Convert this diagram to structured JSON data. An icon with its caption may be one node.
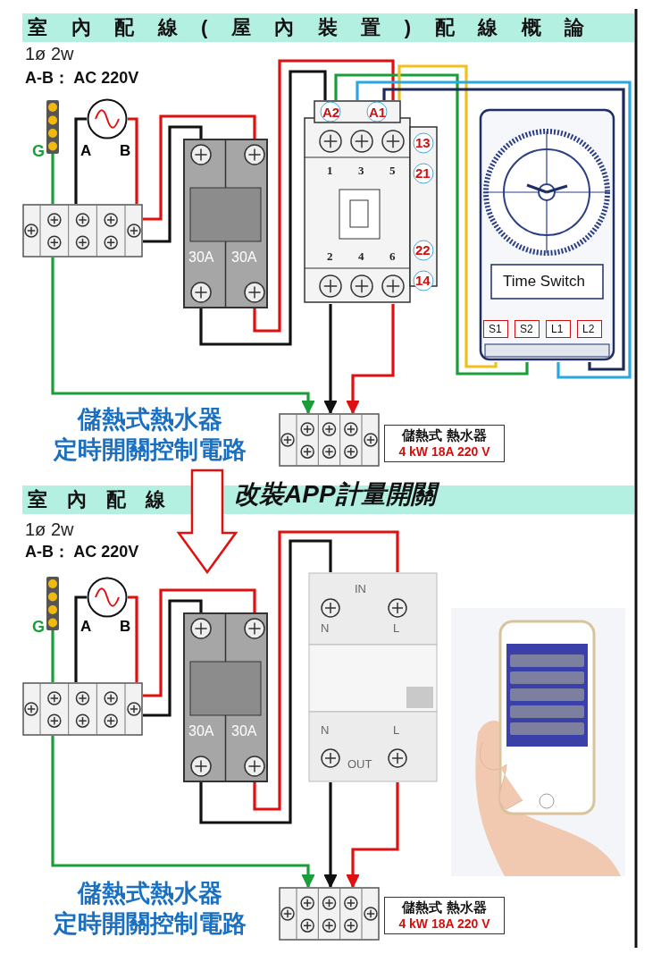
{
  "diagram": {
    "title": "室內配線(屋內裝置)配線概論",
    "nodes": [
      {
        "text": [],
        "shape": "bar"
      },
      {
        "text": [],
        "shape": "circle"
      },
      {
        "text": [],
        "shape": "box"
      },
      {
        "text": [
          "30A",
          "30A"
        ]
      },
      {
        "text": [
          "A2",
          "A1",
          "1",
          "3",
          "5",
          "13",
          "21",
          "2",
          "4",
          "6",
          "22",
          "14"
        ]
      },
      {
        "text": [
          "Time Switch",
          "S1",
          "S2",
          "L1",
          "L2"
        ]
      },
      {
        "text": [],
        "shape": "box"
      },
      {
        "text": [
          "儲熱式 熱水器",
          "4 kW 18A 220 V"
        ]
      },
      {
        "text": [],
        "shape": "bar"
      },
      {
        "text": [],
        "shape": "circle"
      },
      {
        "text": [],
        "shape": "box"
      },
      {
        "text": [
          "30A",
          "30A"
        ]
      },
      {
        "text": [
          "IN",
          "N",
          "L",
          "N",
          "OUT",
          "L"
        ]
      },
      {
        "text": [],
        "shape": "picture"
      },
      {
        "text": [],
        "shape": "box"
      },
      {
        "text": [
          "儲熱式 熱水器",
          "4 kW 18A 220 V"
        ]
      }
    ],
    "edges": [
      {
        "from": 0,
        "to": 2,
        "arrow": "none",
        "color": "#1a9e3a"
      },
      {
        "from": 1,
        "to": 2,
        "arrow": "none",
        "color": "#111111"
      },
      {
        "from": 1,
        "to": 2,
        "arrow": "none",
        "color": "#e01010"
      },
      {
        "from": 2,
        "to": 3,
        "arrow": "none",
        "color": "#e01010"
      },
      {
        "from": 2,
        "to": 3,
        "arrow": "none",
        "color": "#111111"
      },
      {
        "from": 3,
        "to": 4,
        "arrow": "none",
        "color": "#111111"
      },
      {
        "from": 3,
        "to": 4,
        "arrow": "none",
        "color": "#e01010"
      },
      {
        "from": 2,
        "to": 6,
        "arrow": "to",
        "color": "#1a9e3a"
      },
      {
        "from": 4,
        "to": 6,
        "arrow": "to",
        "color": "#111111"
      },
      {
        "from": 4,
        "to": 6,
        "arrow": "to",
        "color": "#e01010"
      },
      {
        "from": 4,
        "to": 5,
        "arrow": "none",
        "color": "#1a9e3a"
      },
      {
        "from": 4,
        "to": 5,
        "arrow": "none",
        "color": "#f0c020"
      },
      {
        "from": 4,
        "to": 5,
        "arrow": "none",
        "color": "#29a8e0"
      },
      {
        "from": 4,
        "to": 5,
        "arrow": "none",
        "color": "#1a2a5a"
      },
      {
        "from": 8,
        "to": 10,
        "arrow": "none",
        "color": "#1a9e3a"
      },
      {
        "from": 9,
        "to": 10,
        "arrow": "none",
        "color": "#111111"
      },
      {
        "from": 9,
        "to": 10,
        "arrow": "none",
        "color": "#e01010"
      },
      {
        "from": 10,
        "to": 11,
        "arrow": "none",
        "color": "#e01010"
      },
      {
        "from": 10,
        "to": 11,
        "arrow": "none",
        "color": "#111111"
      },
      {
        "from": 11,
        "to": 12,
        "arrow": "none",
        "color": "#111111"
      },
      {
        "from": 11,
        "to": 12,
        "arrow": "none",
        "color": "#e01010"
      },
      {
        "from": 10,
        "to": 14,
        "arrow": "to",
        "color": "#1a9e3a"
      },
      {
        "from": 12,
        "to": 14,
        "arrow": "to",
        "color": "#111111"
      },
      {
        "from": 12,
        "to": 14,
        "arrow": "to",
        "color": "#e01010"
      }
    ],
    "labels": [
      "1ø 2w",
      "A-B： AC 220V",
      "G",
      "A",
      "B",
      "儲熱式熱水器",
      "定時開關控制電路",
      "室內配線",
      "改裝APP計量開關",
      "1ø 2w",
      "A-B： AC 220V",
      "G",
      "A",
      "B",
      "儲熱式熱水器",
      "定時開關控制電路"
    ]
  }
}
